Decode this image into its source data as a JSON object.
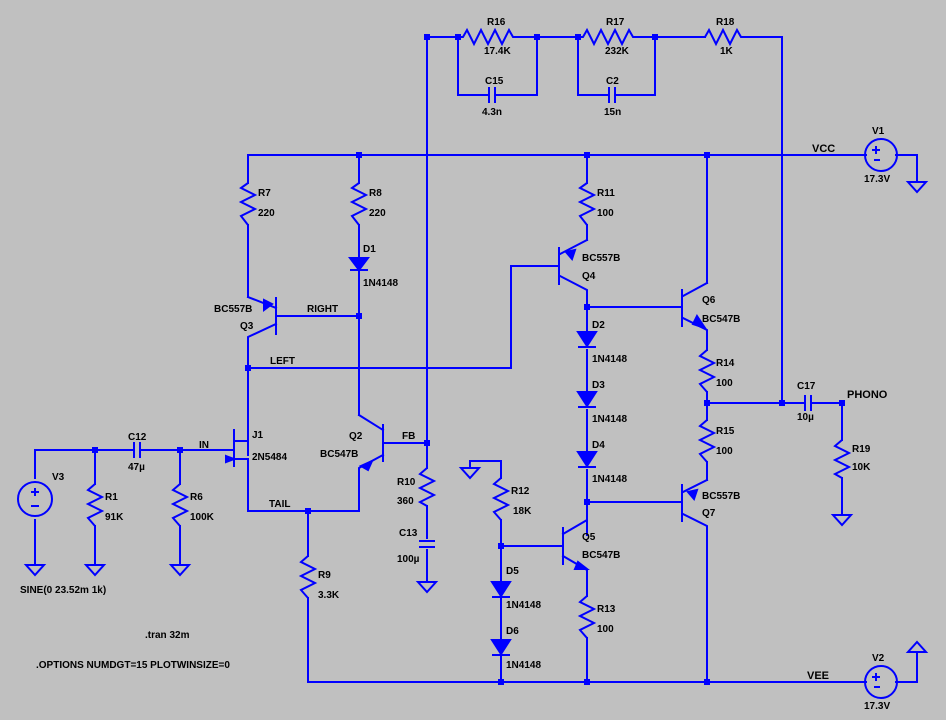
{
  "components": {
    "R16": {
      "ref": "R16",
      "value": "17.4K"
    },
    "R17": {
      "ref": "R17",
      "value": "232K"
    },
    "R18": {
      "ref": "R18",
      "value": "1K"
    },
    "C15": {
      "ref": "C15",
      "value": "4.3n"
    },
    "C2": {
      "ref": "C2",
      "value": "15n"
    },
    "V1": {
      "ref": "V1",
      "value": "17.3V"
    },
    "V2": {
      "ref": "V2",
      "value": "17.3V"
    },
    "V3": {
      "ref": "V3",
      "value": "SINE(0 23.52m 1k)"
    },
    "R7": {
      "ref": "R7",
      "value": "220"
    },
    "R8": {
      "ref": "R8",
      "value": "220"
    },
    "D1": {
      "ref": "D1",
      "value": "1N4148"
    },
    "R11": {
      "ref": "R11",
      "value": "100"
    },
    "Q4": {
      "ref": "Q4",
      "value": "BC557B"
    },
    "Q3": {
      "ref": "Q3",
      "value": "BC557B"
    },
    "Q6": {
      "ref": "Q6",
      "value": "BC547B"
    },
    "D2": {
      "ref": "D2",
      "value": "1N4148"
    },
    "D3": {
      "ref": "D3",
      "value": "1N4148"
    },
    "D4": {
      "ref": "D4",
      "value": "1N4148"
    },
    "R14": {
      "ref": "R14",
      "value": "100"
    },
    "R15": {
      "ref": "R15",
      "value": "100"
    },
    "C17": {
      "ref": "C17",
      "value": "10µ"
    },
    "R19": {
      "ref": "R19",
      "value": "10K"
    },
    "C12": {
      "ref": "C12",
      "value": "47µ"
    },
    "R1": {
      "ref": "R1",
      "value": "91K"
    },
    "R6": {
      "ref": "R6",
      "value": "100K"
    },
    "J1": {
      "ref": "J1",
      "value": "2N5484"
    },
    "Q2": {
      "ref": "Q2",
      "value": "BC547B"
    },
    "R10": {
      "ref": "R10",
      "value": "360"
    },
    "C13": {
      "ref": "C13",
      "value": "100µ"
    },
    "R12": {
      "ref": "R12",
      "value": "18K"
    },
    "Q5": {
      "ref": "Q5",
      "value": "BC547B"
    },
    "Q7": {
      "ref": "Q7",
      "value": "BC557B"
    },
    "D5": {
      "ref": "D5",
      "value": "1N4148"
    },
    "D6": {
      "ref": "D6",
      "value": "1N4148"
    },
    "R13": {
      "ref": "R13",
      "value": "100"
    },
    "R9": {
      "ref": "R9",
      "value": "3.3K"
    }
  },
  "nets": {
    "vcc": "VCC",
    "vee": "VEE",
    "right": "RIGHT",
    "left": "LEFT",
    "in": "IN",
    "fb": "FB",
    "tail": "TAIL",
    "phono": "PHONO"
  },
  "directives": {
    "tran": ".tran 32m",
    "options": ".OPTIONS NUMDGT=15 PLOTWINSIZE=0"
  },
  "colors": {
    "wire": "#0000ff",
    "background": "#c0c0c0",
    "text": "#000000"
  }
}
